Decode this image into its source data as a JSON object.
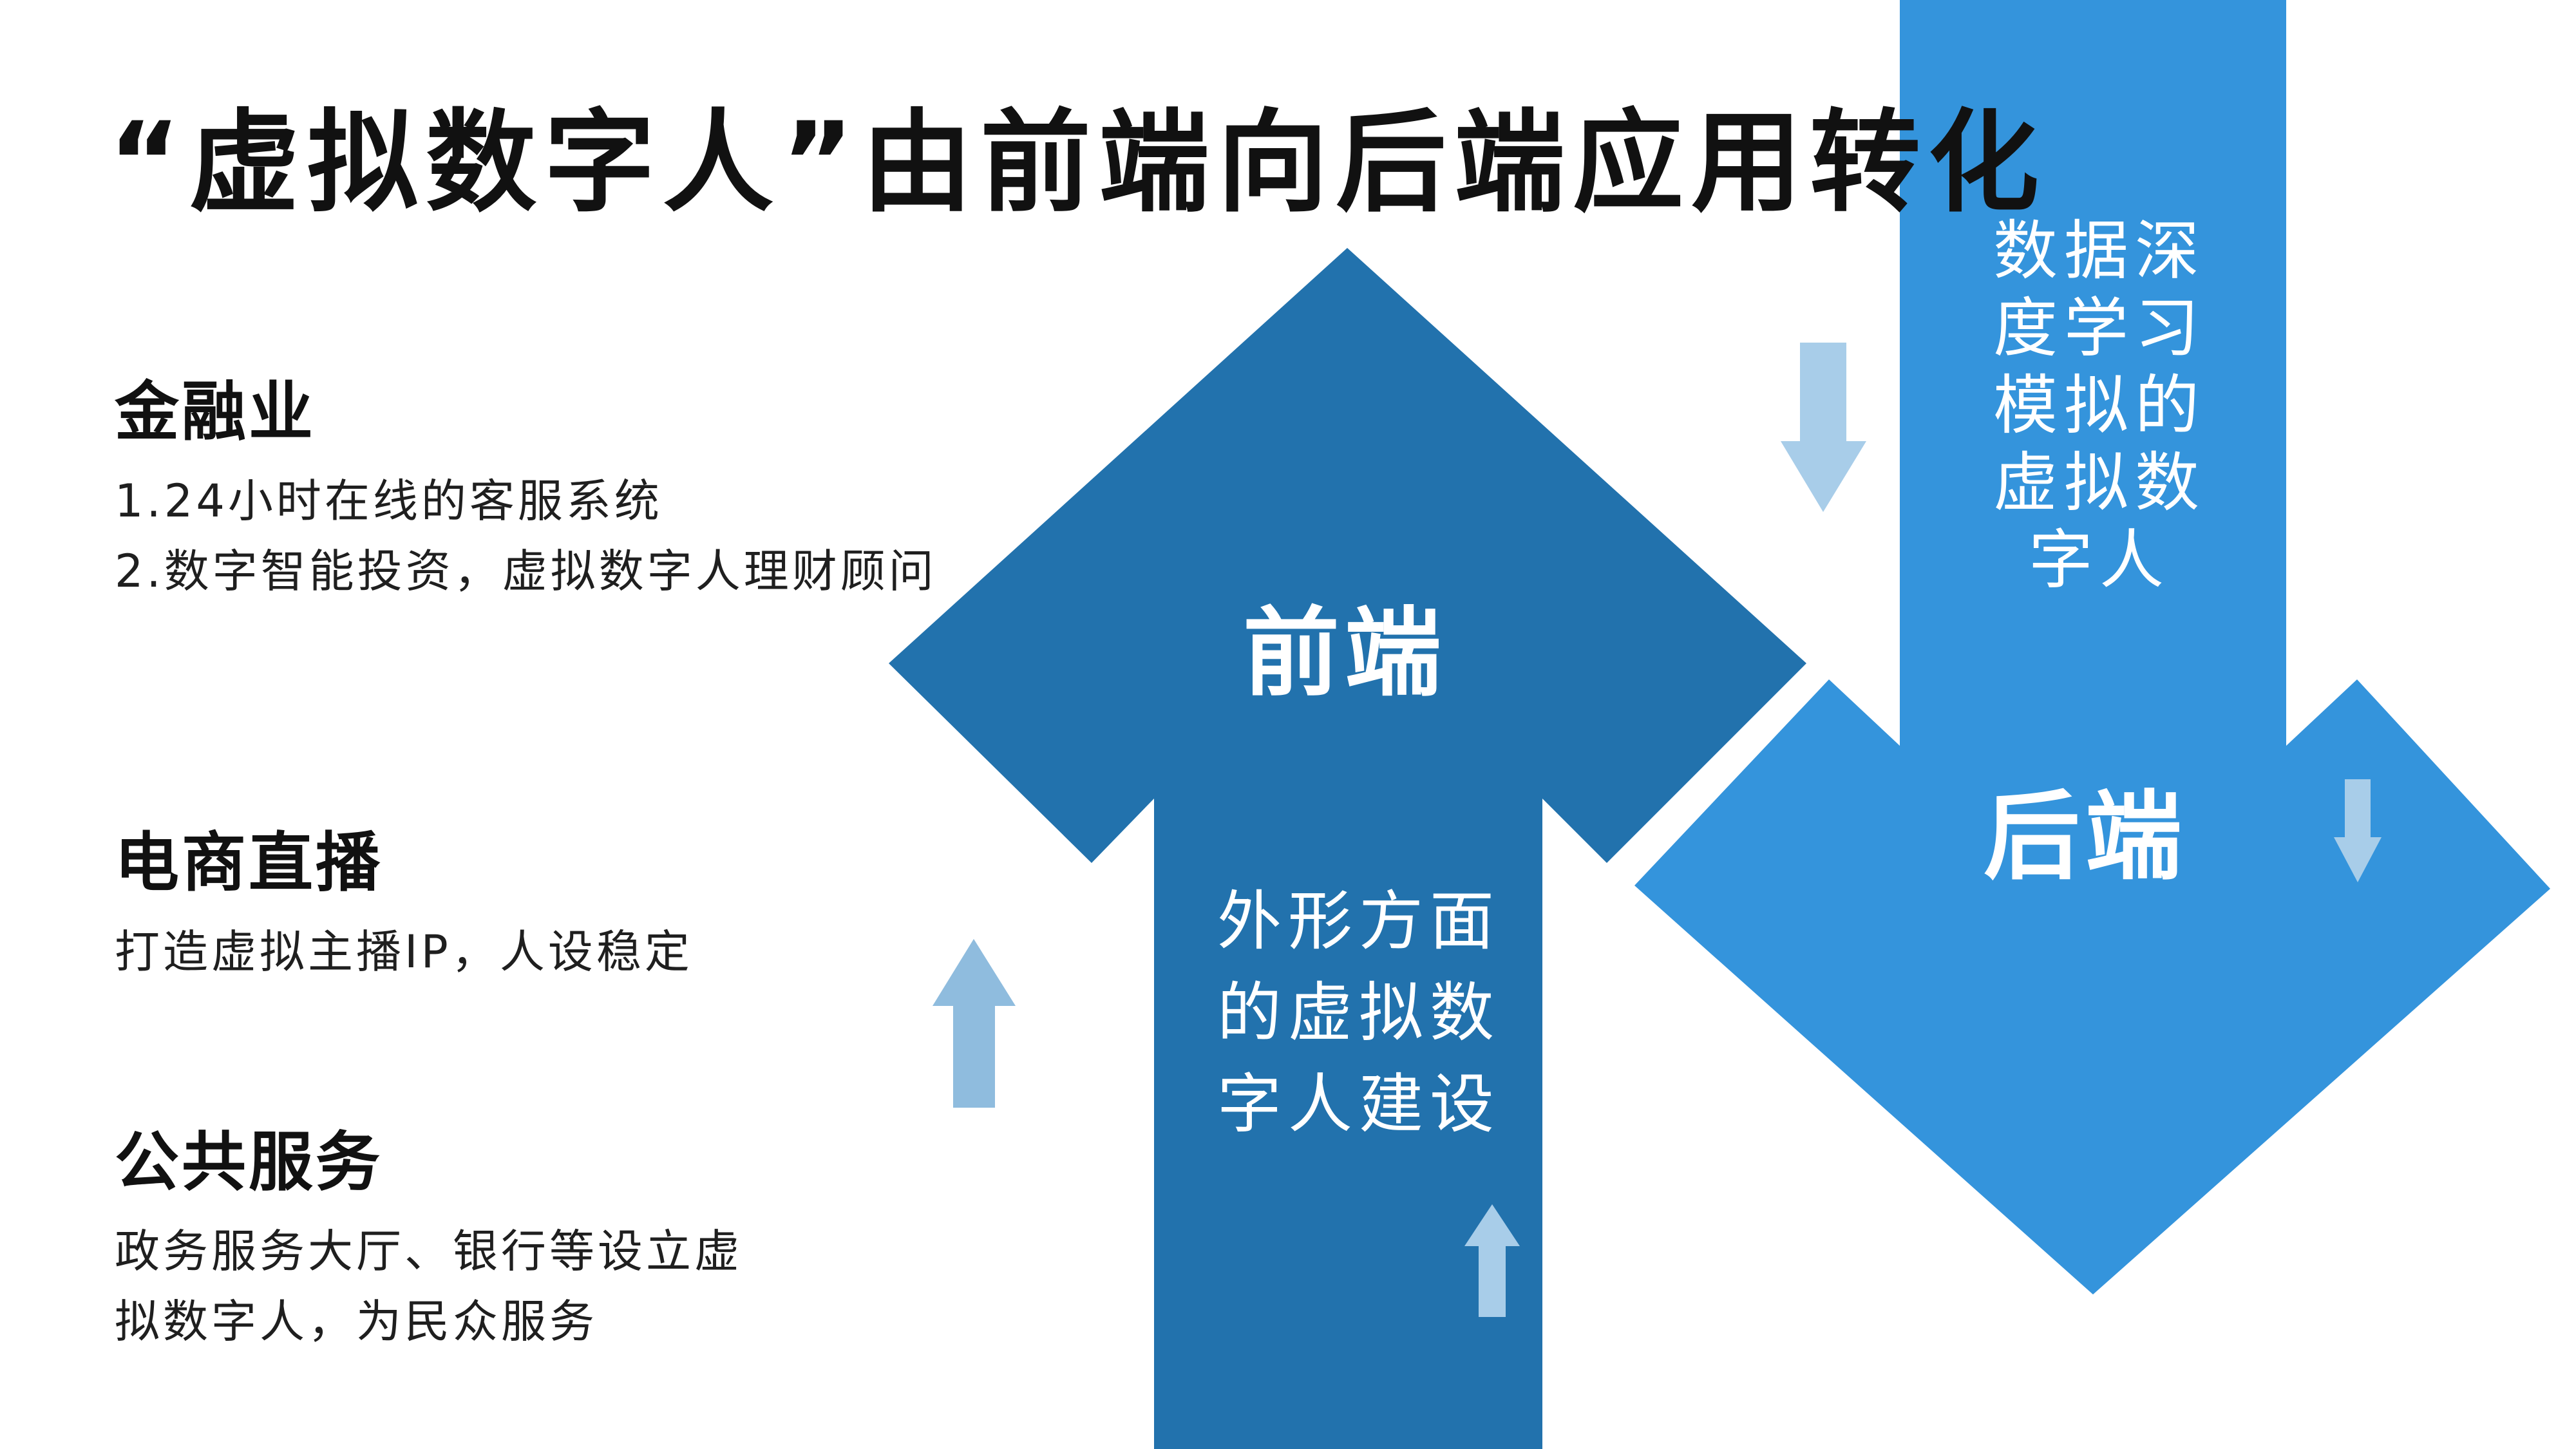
{
  "title": "“虚拟数字人”由前端向后端应用转化",
  "sections": {
    "finance": {
      "heading": "金融业",
      "lines": [
        "1.24小时在线的客服系统",
        "2.数字智能投资，虚拟数字人理财顾问"
      ]
    },
    "ecommerce": {
      "heading": "电商直播",
      "lines": [
        "打造虚拟主播IP，人设稳定"
      ]
    },
    "public": {
      "heading": "公共服务",
      "lines": [
        "政务服务大厅、银行等设立虚",
        "拟数字人，为民众服务"
      ]
    }
  },
  "front_arrow": {
    "label": "前端",
    "description_lines": [
      "外形方面",
      "的虚拟数",
      "字人建设"
    ]
  },
  "back_arrow": {
    "label": "后端",
    "description_lines": [
      "数据深",
      "度学习",
      "模拟的",
      "虚拟数",
      "字人"
    ]
  },
  "colors": {
    "front_arrow": "#2272ad",
    "back_arrow": "#3494dc",
    "small_arrow": "#8fbcde",
    "small_arrow_on_dark": "#a8cde9",
    "title_text": "#111111"
  },
  "icons": [
    "up-arrow-icon",
    "down-arrow-icon"
  ]
}
